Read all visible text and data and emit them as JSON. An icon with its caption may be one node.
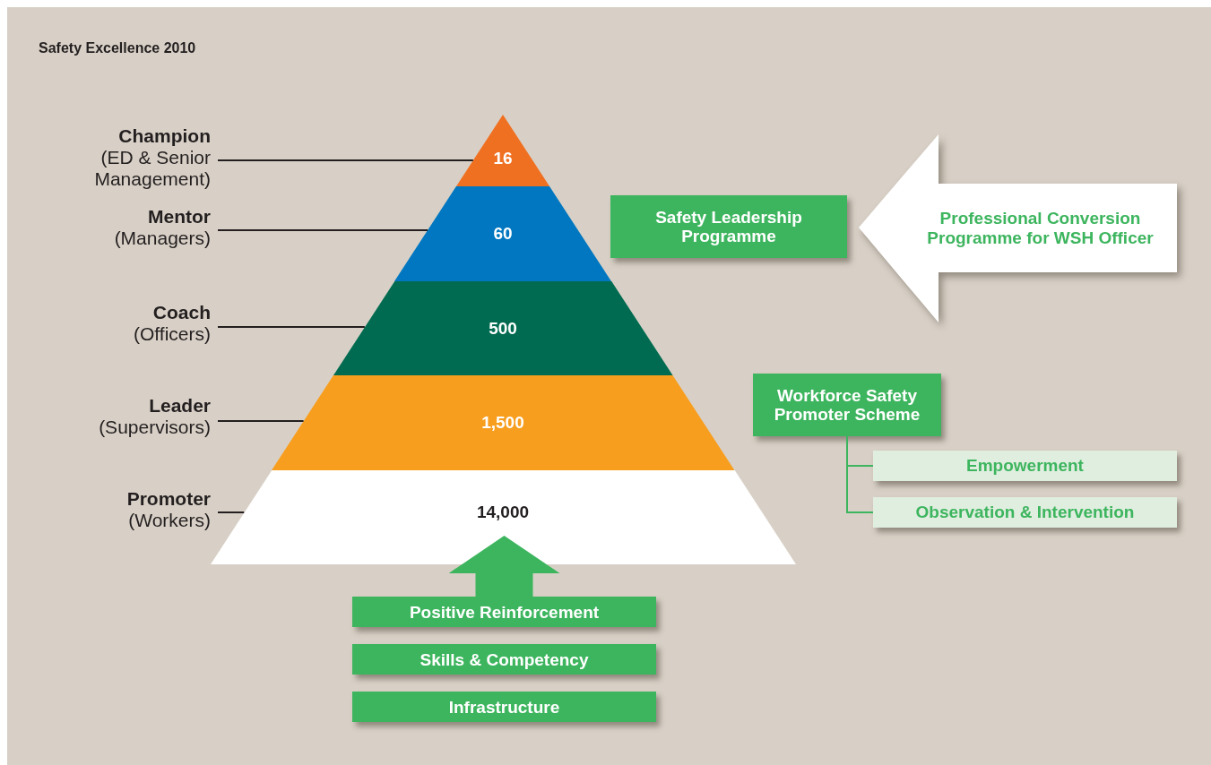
{
  "diagram": {
    "title": "Safety Excellence 2010",
    "nodes": [
      {
        "text": [
          "16"
        ]
      },
      {
        "text": [
          "60"
        ]
      },
      {
        "text": [
          "500"
        ]
      },
      {
        "text": [
          "1,500"
        ]
      },
      {
        "text": [
          "14,000"
        ]
      },
      {
        "text": [
          "Champion",
          "(ED & Senior Management)"
        ]
      },
      {
        "text": [
          "Mentor",
          "(Managers)"
        ]
      },
      {
        "text": [
          "Coach",
          "(Officers)"
        ]
      },
      {
        "text": [
          "Leader",
          "(Supervisors)"
        ]
      },
      {
        "text": [
          "Promoter",
          "(Workers)"
        ]
      },
      {
        "text": [
          "Safety Leadership Programme"
        ]
      },
      {
        "text": [
          "Professional Conversion Programme for WSH Officer"
        ]
      },
      {
        "text": [
          "Workforce Safety Promoter Scheme"
        ]
      },
      {
        "text": [
          "Empowerment"
        ]
      },
      {
        "text": [
          "Observation & Intervention"
        ]
      },
      {
        "text": [
          "Positive Reinforcement"
        ]
      },
      {
        "text": [
          "Skills & Competency"
        ]
      },
      {
        "text": [
          "Infrastructure"
        ]
      }
    ],
    "edges": [
      {
        "from": 5,
        "to": 0,
        "arrow": "none"
      },
      {
        "from": 6,
        "to": 1,
        "arrow": "none"
      },
      {
        "from": 7,
        "to": 2,
        "arrow": "none"
      },
      {
        "from": 8,
        "to": 3,
        "arrow": "none"
      },
      {
        "from": 9,
        "to": 4,
        "arrow": "none"
      },
      {
        "from": 12,
        "to": 13,
        "arrow": "none",
        "color": "#3db55e"
      },
      {
        "from": 12,
        "to": 14,
        "arrow": "none",
        "color": "#3db55e"
      },
      {
        "from": 15,
        "to": 4,
        "arrow": "to",
        "style": "thick",
        "color": "#3db55e"
      }
    ]
  }
}
